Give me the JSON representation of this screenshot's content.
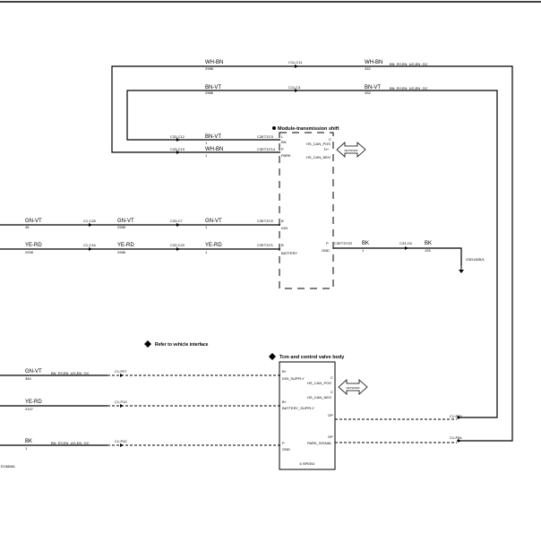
{
  "wires": {
    "top_left_color": "WH-BN",
    "top_left_num": "2988",
    "top_mid_conn": "C11-C11",
    "top_right_color": "WH-BN",
    "top_right_num": "432",
    "top_right_opt": "BN_RY,EN_UG,EN_GC",
    "second_left_color": "BN-VT",
    "second_left_num": "2986",
    "second_mid_conn": "C11-C4",
    "second_right_color": "BN-VT",
    "second_right_num": "432",
    "second_right_opt": "BN_RY,EN_UG,EN_GC",
    "ms_in1_conn": "C33-C12",
    "ms_in1_color": "BN-VT",
    "ms_in1_num": "1",
    "ms_in1_pinconn": "C3ET37/3",
    "ms_in2_conn": "C33-C19",
    "ms_in2_color": "WH-BN",
    "ms_in2_num": "1",
    "ms_in2_pinconn": "C3ET37/14",
    "gnvt_color": "GN-VT",
    "gnvt_num": "46",
    "gnvt_conn1": "C1-C28",
    "gnvt_color2": "GN-VT",
    "gnvt_num2": "2988",
    "gnvt_conn2": "C33-C7",
    "gnvt_color3": "GN-VT",
    "gnvt_num3": "1",
    "gnvt_pinconn": "C3ET37/2",
    "yerd_color": "YE-RD",
    "yerd_num": "2008",
    "yerd_conn1": "C1-C16",
    "yerd_color2": "YE-RD",
    "yerd_num2": "2988",
    "yerd_conn2": "C33-C20",
    "yerd_color3": "YE-RD",
    "yerd_num3": "1",
    "yerd_pinconn": "C3ET37/1",
    "gnd_pinconn": "C3ET37/22",
    "gnd_color": "BK",
    "gnd_num": "1",
    "gnd_conn": "C33-C6",
    "gnd_color2": "BK",
    "gnd_num2": "126",
    "ground_id": "G3D182B/1",
    "low1_color": "GN-VT",
    "low1_num": "384",
    "low1_opt": "BN_RY,EN_UG,EN_GC",
    "low1_conn": "C1-P27",
    "low2_color": "YE-RD",
    "low2_num": "2107",
    "low2_conn": "C1-P10",
    "low3_color": "BK",
    "low3_num": "1",
    "low3_opt": "BN_RY,EN_UG,EN_GC",
    "low3_conn": "C1-P42",
    "right1_conn": "C1-P83",
    "right2_conn": "C1-P84"
  },
  "module_shift": {
    "title": "Module-transmission shift",
    "pin_l": "L",
    "pin_l_label": "BN",
    "pin_p": "P",
    "pin_p_label": "PARK",
    "can_c1": "C",
    "can_pos": "HS_CAN_POS",
    "can_d": "D+",
    "can_c2": "C",
    "can_neg": "HS_CAN_NEG",
    "pin_b1": "B",
    "pin_b1_label": "IGN",
    "pin_b2": "B",
    "pin_b2_label": "BATTERY",
    "pin_gnd": "P",
    "pin_gnd_label": "GND",
    "network": "NETWORK"
  },
  "note": {
    "text": "Refer to vehicle interface"
  },
  "valve_body": {
    "title": "Tcm and control valve body",
    "pin_b1": "B+",
    "pin_b1_label": "IGN_SUPPLY",
    "can_c1": "C",
    "can_pos": "HS_CAN_POS",
    "can_c2": "C",
    "can_neg": "HS_CAN_NEG",
    "pin_b2": "B+",
    "pin_b2_label": "BATTERY_SUPPLY",
    "pin_p": "P",
    "pin_p_label": "GND",
    "pin_op1": "OP",
    "pin_op2": "OP",
    "pin_op2_label": "PARK_SIGNAL",
    "speeds": "6 SPEED",
    "network": "NETWORK"
  },
  "figure_id": "E158861"
}
